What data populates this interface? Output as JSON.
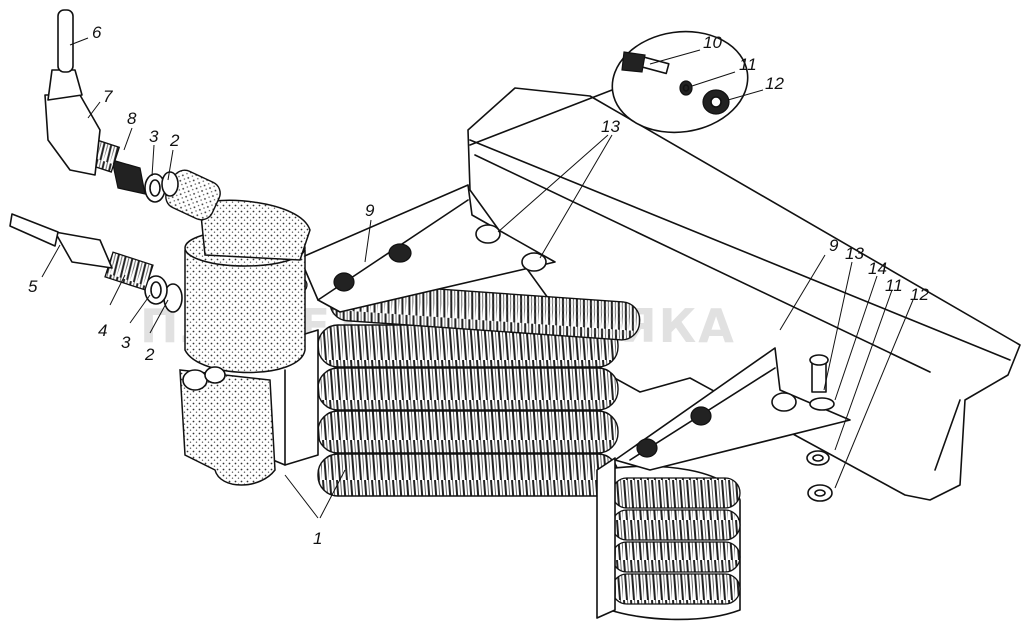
{
  "watermark": "ПЛАНЕТА ЖЕЛЕЗЯКА",
  "labels": {
    "l1": "1",
    "l2a": "2",
    "l2b": "2",
    "l3a": "3",
    "l3b": "3",
    "l4": "4",
    "l5": "5",
    "l6": "6",
    "l7": "7",
    "l8": "8",
    "l9a": "9",
    "l9b": "9",
    "l10": "10",
    "l11a": "11",
    "l11b": "11",
    "l12a": "12",
    "l12b": "12",
    "l13a": "13",
    "l13b": "13",
    "l14": "14"
  }
}
